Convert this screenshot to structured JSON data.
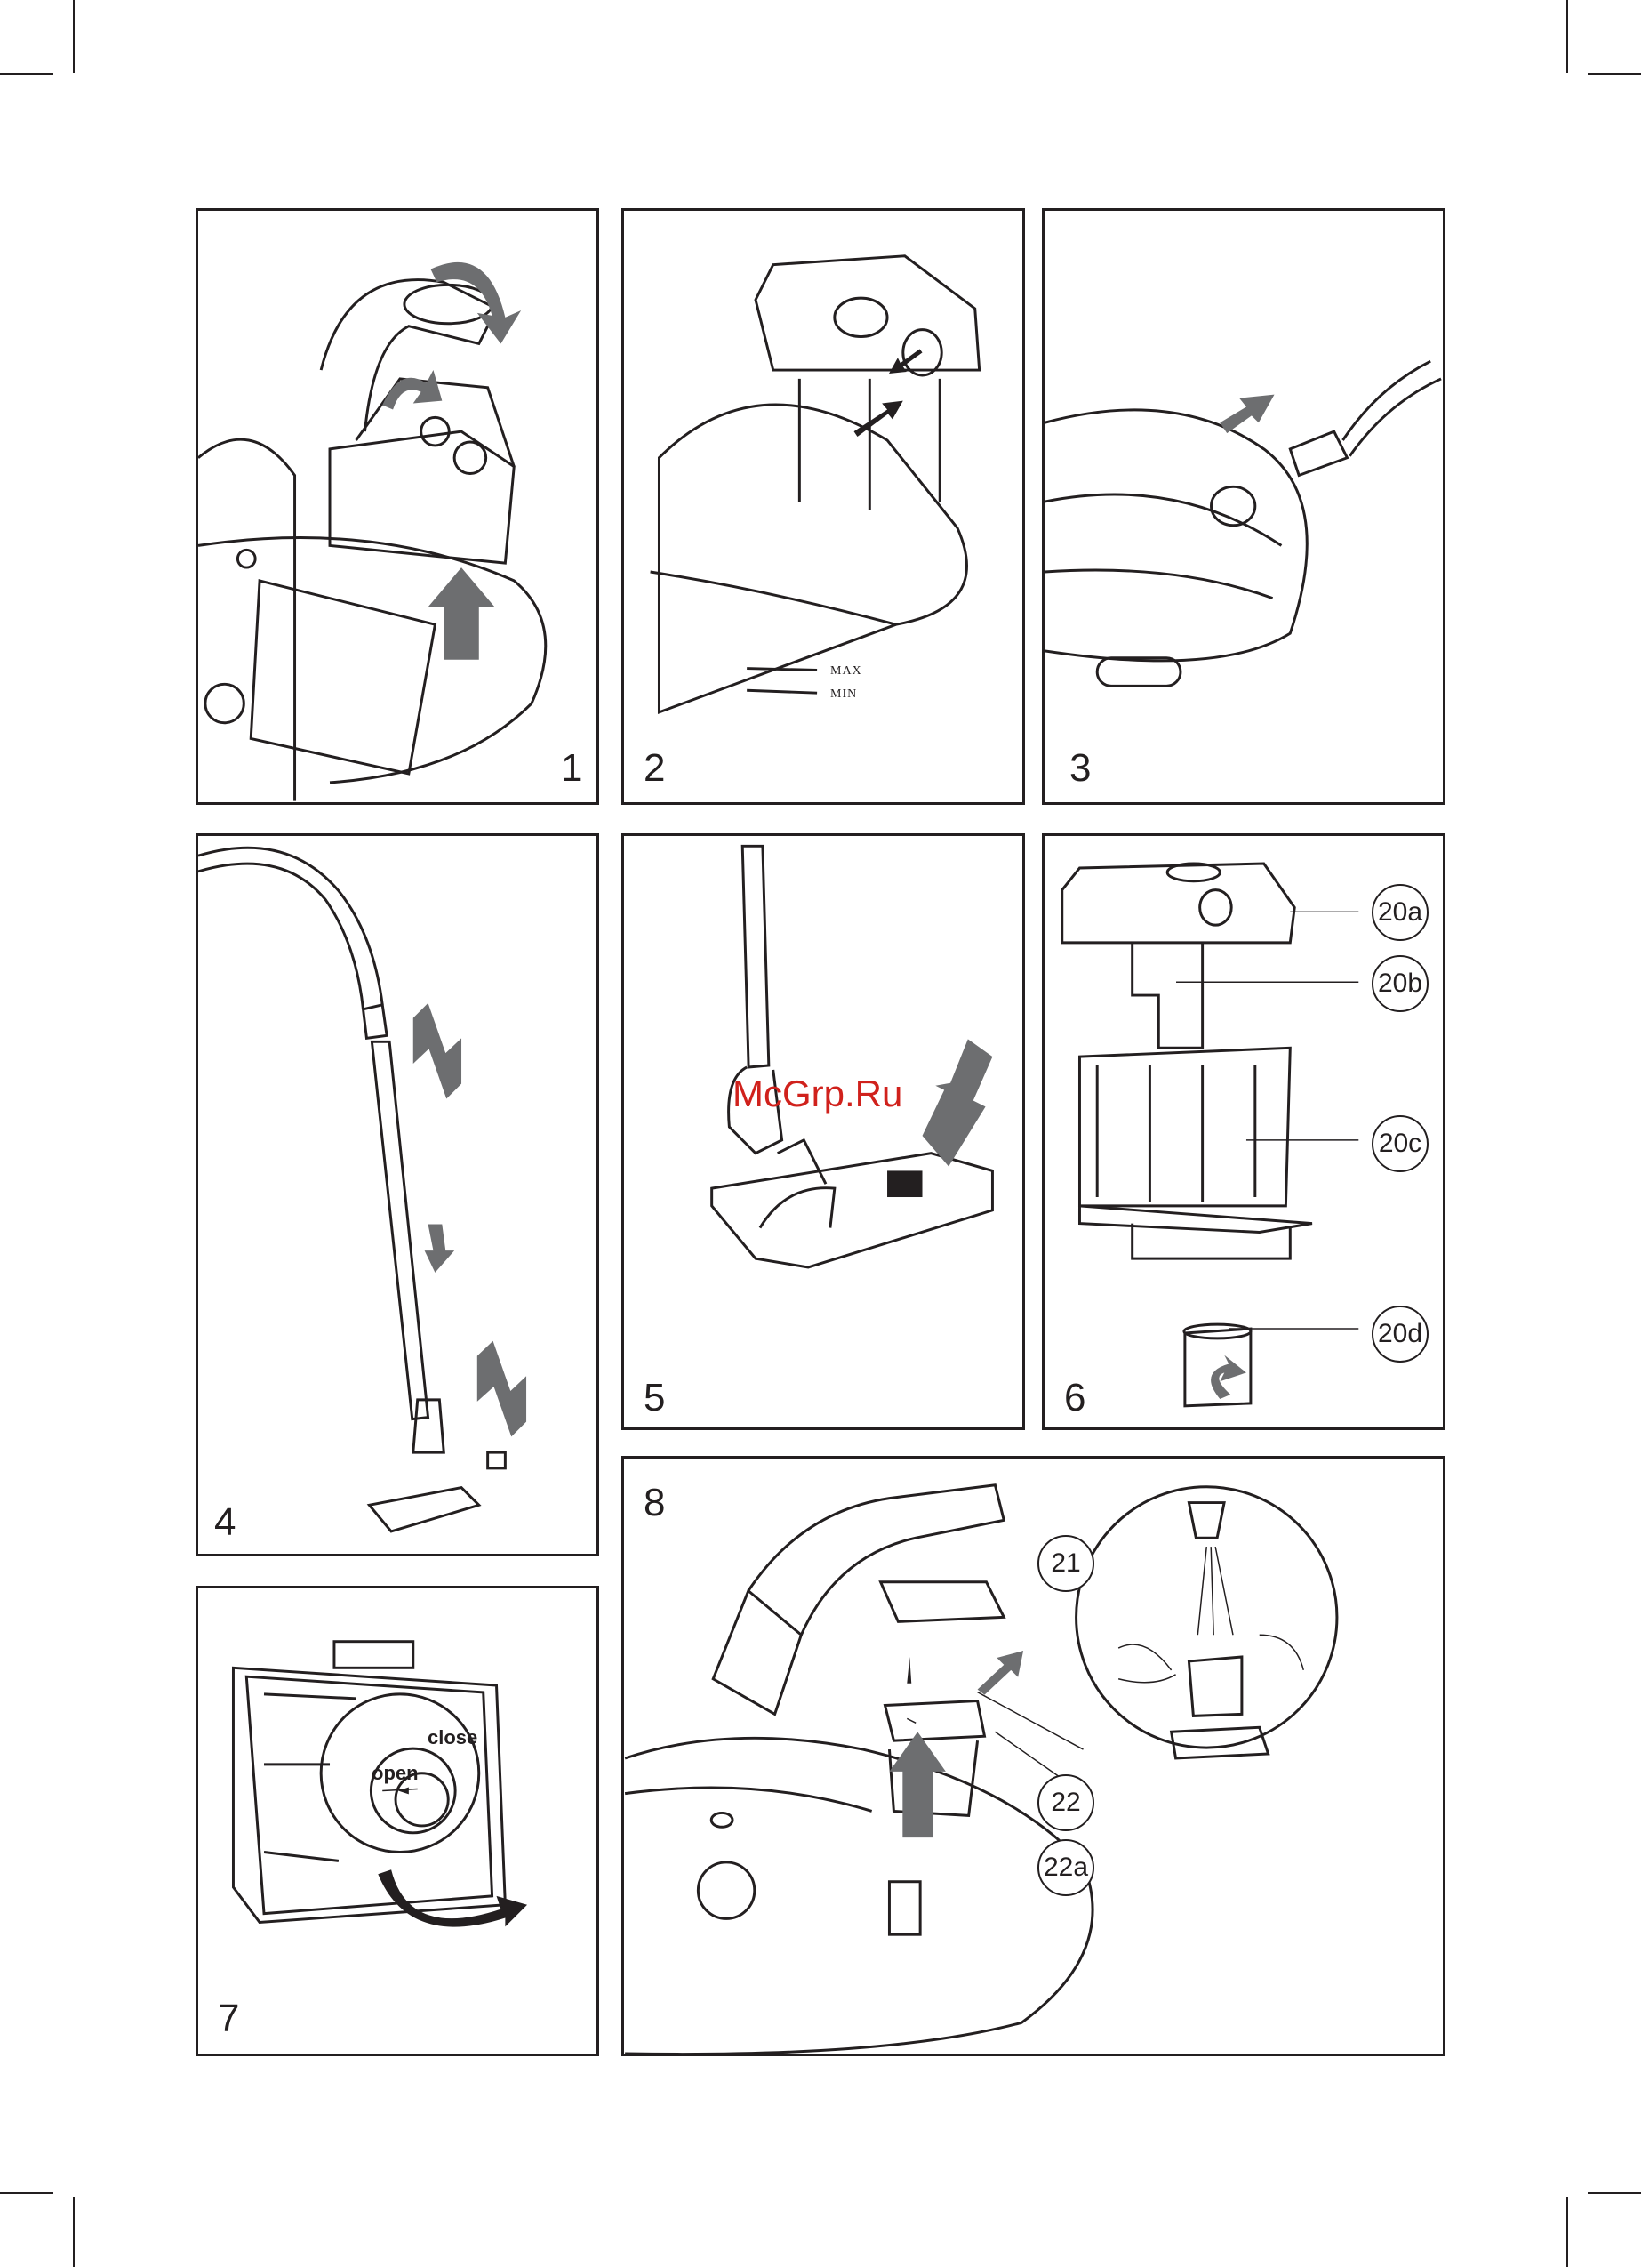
{
  "watermark": "McGrp.Ru",
  "panels": [
    {
      "number": "1"
    },
    {
      "number": "2",
      "scale_max": "MAX",
      "scale_min": "MIN"
    },
    {
      "number": "3"
    },
    {
      "number": "4"
    },
    {
      "number": "5"
    },
    {
      "number": "6",
      "labels": [
        "20a",
        "20b",
        "20c",
        "20d"
      ]
    },
    {
      "number": "7",
      "dial_close": "close",
      "dial_open": "open"
    },
    {
      "number": "8",
      "labels": [
        "21",
        "22",
        "22a"
      ]
    }
  ],
  "colors": {
    "line": "#231f20",
    "arrow": "#6d6e70",
    "watermark": "#d0211c"
  }
}
